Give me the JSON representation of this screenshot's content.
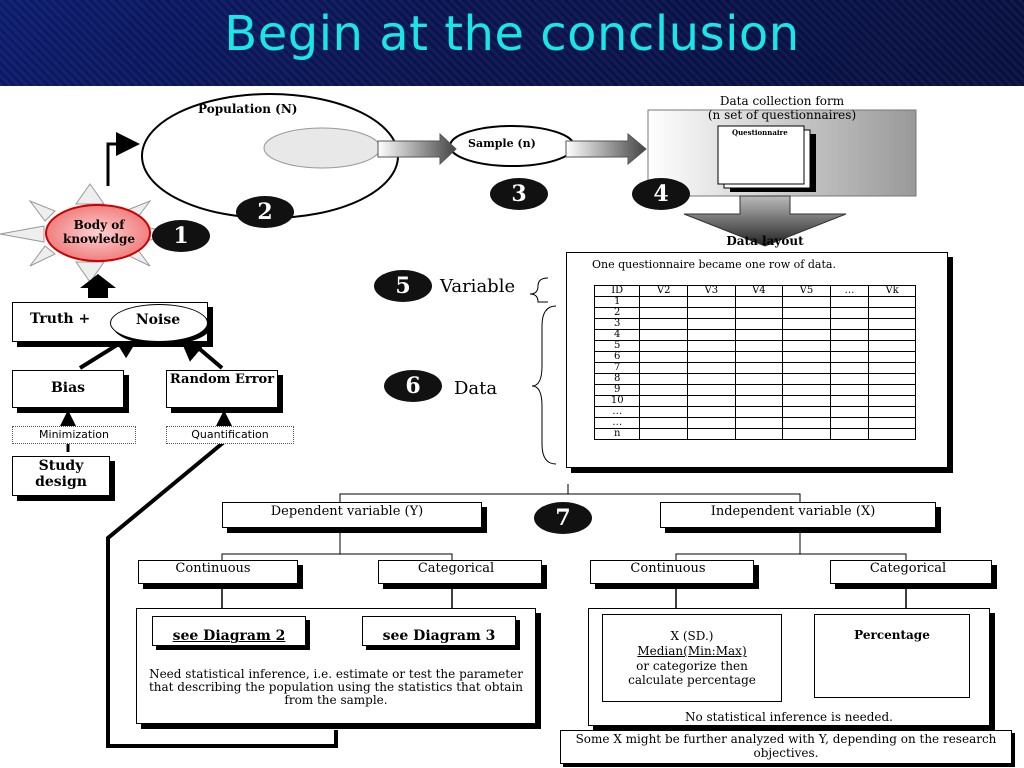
{
  "title": "Begin at the conclusion",
  "body_of_knowledge": "Body of knowledge",
  "population": "Population (N)",
  "sample": "Sample (n)",
  "data_collection": {
    "line1": "Data collection form",
    "line2": "(n set of questionnaires)",
    "sheet": "Questionnaire"
  },
  "data_layout": "Data layout",
  "numbers": [
    "1",
    "2",
    "3",
    "4",
    "5",
    "6",
    "7"
  ],
  "truth": "Truth +",
  "noise": "Noise",
  "bias": "Bias",
  "random_error": "Random Error",
  "minimization": "Minimization",
  "quantification": "Quantification",
  "study_design": "Study design",
  "variable": "Variable",
  "data": "Data",
  "table": {
    "caption": "One questionnaire became one row of data.",
    "headers": [
      "ID",
      "V2",
      "V3",
      "V4",
      "V5",
      "…",
      "Vk"
    ],
    "row_ids": [
      "1",
      "2",
      "3",
      "4",
      "5",
      "6",
      "7",
      "8",
      "9",
      "10",
      "…",
      "…",
      "n"
    ]
  },
  "dependent": "Dependent variable (Y)",
  "independent": "Independent variable (X)",
  "continuous": "Continuous",
  "categorical": "Categorical",
  "see_diagram_2": "see Diagram 2",
  "see_diagram_3": "see Diagram 3",
  "inference_text": "Need statistical inference, i.e. estimate or test the parameter that describing the population using the statistics that obtain from the sample.",
  "x_stats": {
    "l1": "X (SD.)",
    "l2": "Median(Min:Max)",
    "l3": "or categorize then",
    "l4": "calculate percentage"
  },
  "percentage": "Percentage",
  "no_inference": "No statistical inference is needed.",
  "footnote": "Some X might be further analyzed with Y, depending on the research objectives."
}
